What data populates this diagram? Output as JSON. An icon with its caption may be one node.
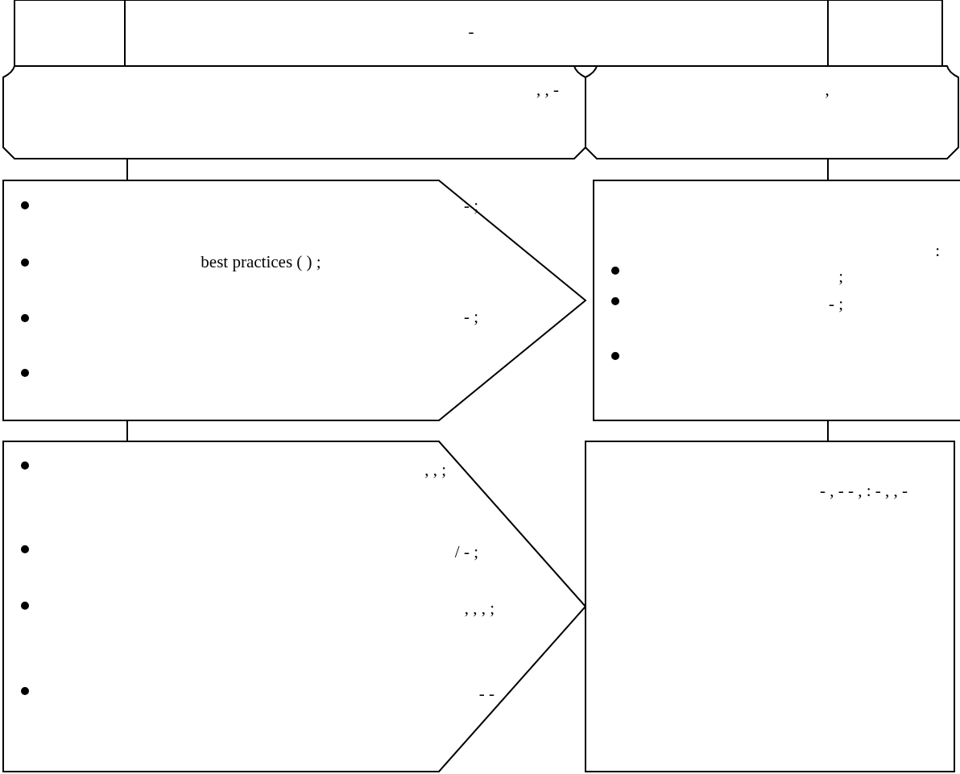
{
  "diagram": {
    "nodes": [
      {
        "text": [],
        "shape": "box"
      },
      {
        "text": [
          "-"
        ]
      },
      {
        "text": [],
        "shape": "box"
      },
      {
        "text": [
          ", , -"
        ]
      },
      {
        "text": [
          ","
        ]
      },
      {
        "text": [
          "- ;",
          "best practices ( ) ;",
          "- ;"
        ]
      },
      {
        "text": [
          ":",
          ";",
          "- ;"
        ]
      },
      {
        "text": [
          ", , ;",
          "/ - ;",
          ", , , ;",
          "- -"
        ]
      },
      {
        "text": [
          "- , - - , : - , , -"
        ]
      }
    ],
    "edges": [
      {
        "from": 3,
        "to": 5,
        "arrow": "none"
      },
      {
        "from": 5,
        "to": 7,
        "arrow": "none"
      },
      {
        "from": 4,
        "to": 6,
        "arrow": "none"
      },
      {
        "from": 6,
        "to": 8,
        "arrow": "none"
      }
    ]
  }
}
